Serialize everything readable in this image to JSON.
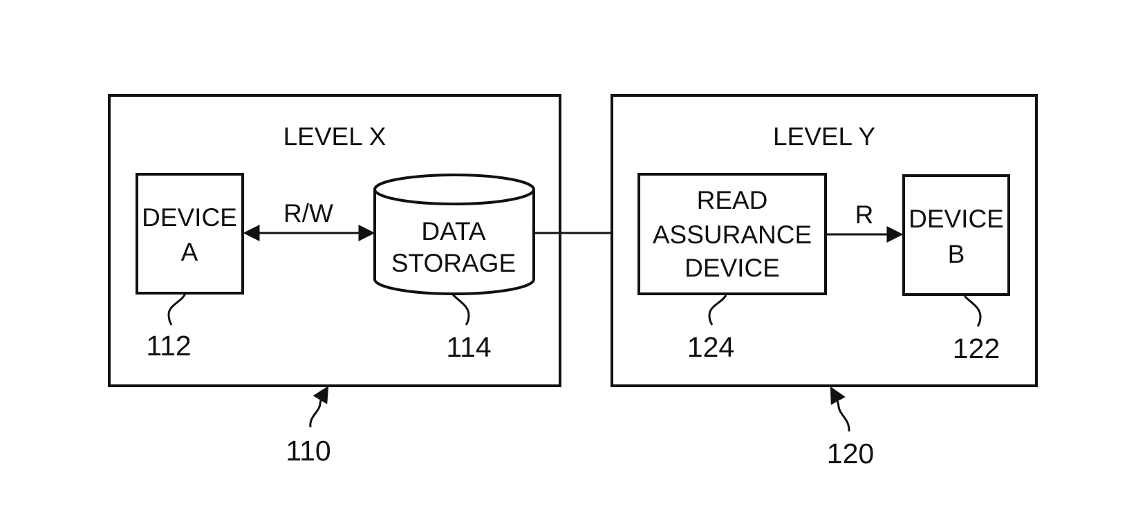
{
  "level_x": {
    "title": "LEVEL X",
    "ref": "110",
    "device_a": {
      "line1": "DEVICE",
      "line2": "A",
      "ref": "112"
    },
    "storage": {
      "line1": "DATA",
      "line2": "STORAGE",
      "ref": "114"
    },
    "rw_label": "R/W"
  },
  "level_y": {
    "title": "LEVEL Y",
    "ref": "120",
    "read_assurance": {
      "line1": "READ",
      "line2": "ASSURANCE",
      "line3": "DEVICE",
      "ref": "124"
    },
    "device_b": {
      "line1": "DEVICE",
      "line2": "B",
      "ref": "122"
    },
    "r_label": "R"
  }
}
